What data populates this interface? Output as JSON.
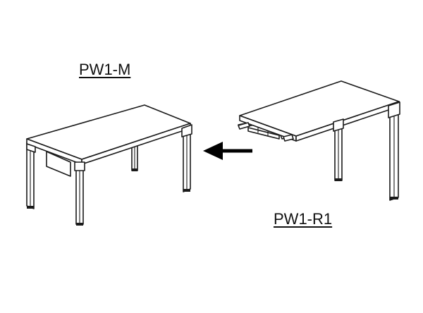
{
  "labels": {
    "main_desk": "PW1-M",
    "extension_desk": "PW1-R1"
  },
  "arrow": {
    "direction": "left"
  }
}
